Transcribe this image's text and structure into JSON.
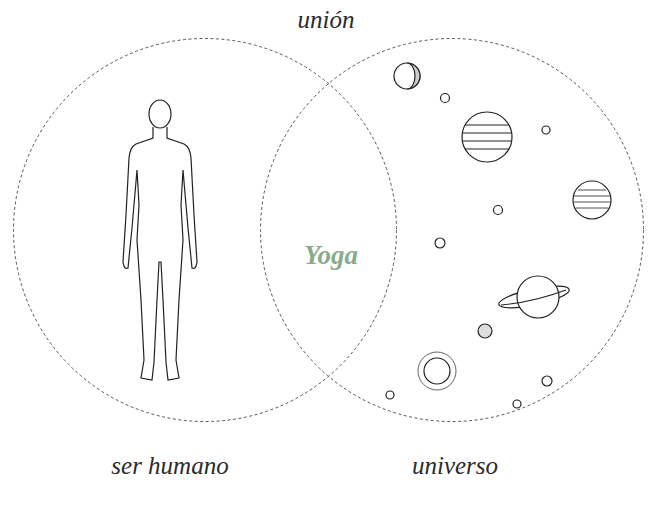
{
  "diagram": {
    "nodes": [
      {
        "text": [
          "ser humano"
        ]
      },
      {
        "text": [
          "universo"
        ]
      }
    ],
    "labels": [
      "unión",
      "Yoga"
    ]
  }
}
